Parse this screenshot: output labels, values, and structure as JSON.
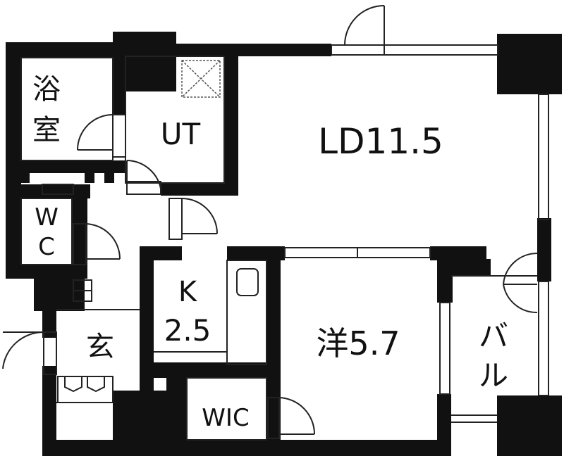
{
  "colors": {
    "wall": "#111111",
    "floor": "#ffffff",
    "line": "#222222",
    "hatch": "#555555"
  },
  "rooms": {
    "bath": {
      "line1": "浴",
      "line2": "室"
    },
    "utility": {
      "label": "UT"
    },
    "living_dining": {
      "label": "LD11.5"
    },
    "toilet": {
      "line1": "W",
      "line2": "C"
    },
    "kitchen": {
      "line1": "K",
      "line2": "2.5"
    },
    "western_room": {
      "label": "洋5.7"
    },
    "entrance": {
      "label": "玄"
    },
    "walk_in_closet": {
      "label": "WIC"
    },
    "balcony": {
      "line1": "バ",
      "line2": "ル"
    }
  },
  "icons": {
    "washer": "washing-machine-pan-icon",
    "fridge": "refrigerator-space-icon",
    "shoe": "shoe-cabinet-icon"
  }
}
